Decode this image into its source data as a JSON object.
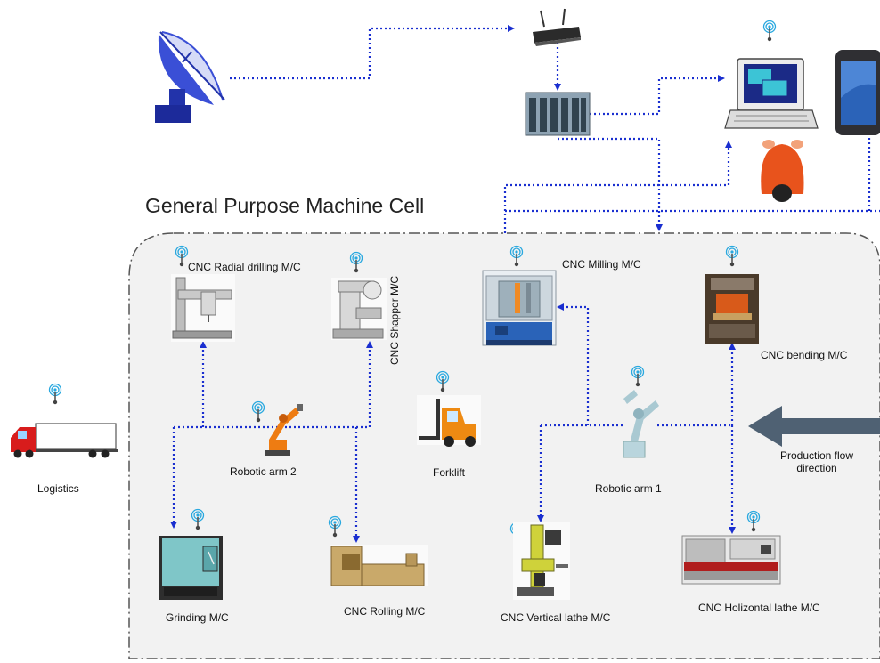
{
  "diagram": {
    "title": "General Purpose Machine Cell",
    "machines": {
      "radial_drilling": "CNC Radial drilling M/C",
      "shaper": "CNC Shapper  M/C",
      "milling": "CNC Milling M/C",
      "bending": "CNC bending M/C",
      "robotic_arm_2": "Robotic  arm 2",
      "forklift": "Forklift",
      "robotic_arm_1": "Robotic  arm 1",
      "grinding": "Grinding M/C",
      "rolling": "CNC Rolling M/C",
      "vertical_lathe": "CNC Vertical lathe M/C",
      "horizontal_lathe": "CNC Holizontal lathe M/C"
    },
    "logistics": "Logistics",
    "production_flow": [
      "Production flow",
      "direction"
    ],
    "colors": {
      "link": "#1a2fd0",
      "cell_border": "#555555",
      "cell_fill": "#f2f2f2",
      "arrow": "#4f6173"
    }
  }
}
